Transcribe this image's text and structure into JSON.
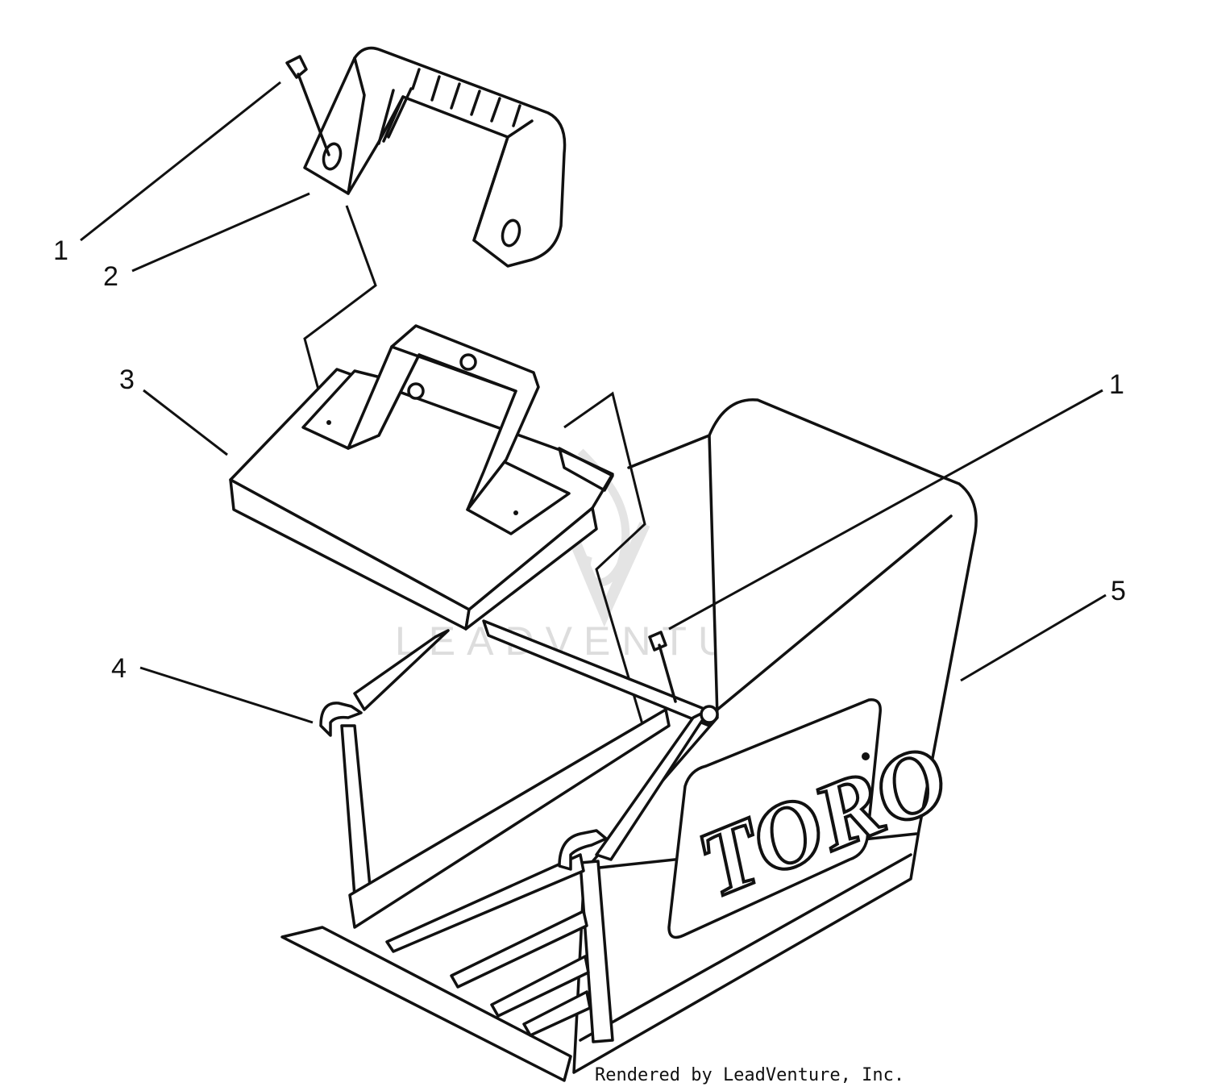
{
  "callouts": [
    {
      "label": "1"
    },
    {
      "label": "2"
    },
    {
      "label": "3"
    },
    {
      "label": "1"
    },
    {
      "label": "4"
    },
    {
      "label": "5"
    }
  ],
  "brand_logo": "TORO",
  "watermark": "LEADVENTURE",
  "credit": "Rendered by LeadVenture, Inc.",
  "colors": {
    "line": "#111111",
    "background": "#ffffff",
    "watermark": "#dddddd"
  }
}
